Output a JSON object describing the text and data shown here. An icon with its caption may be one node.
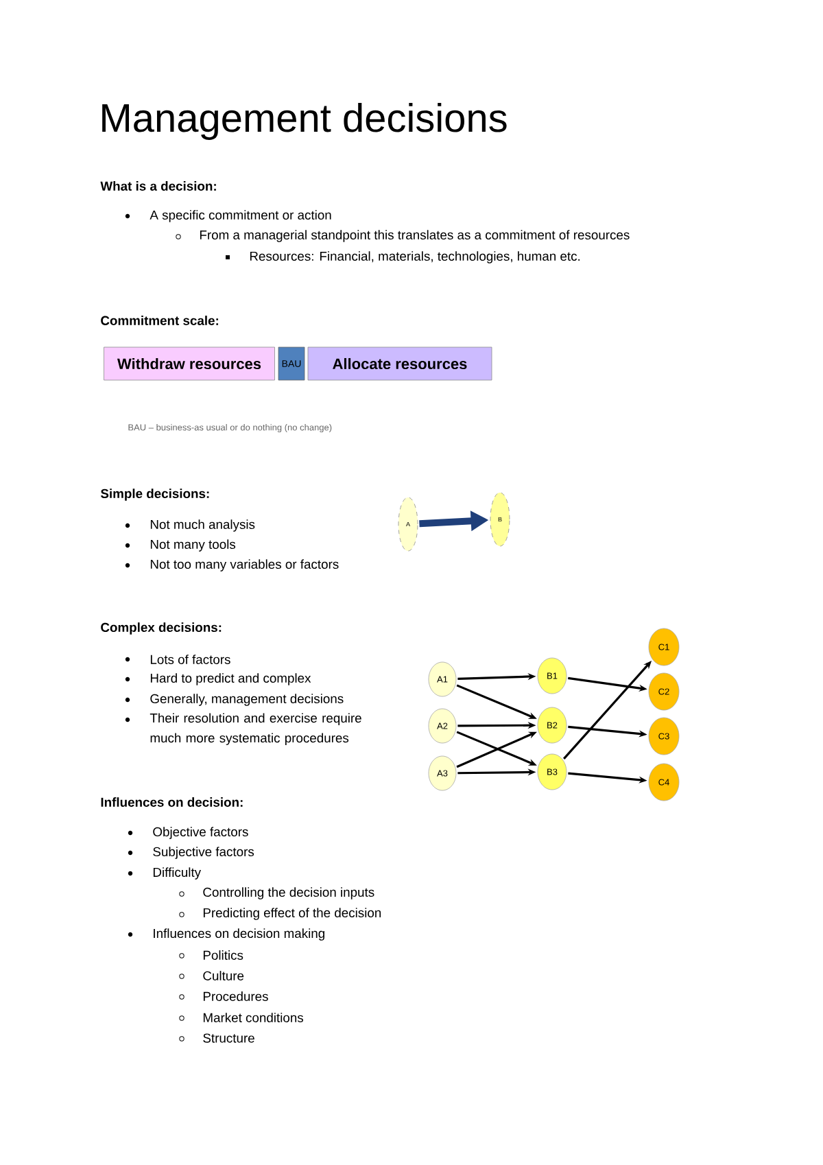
{
  "diagram": {
    "title": "Management decisions",
    "nodes": [
      {
        "text": [
          "Withdraw resources"
        ]
      },
      {
        "text": [
          "BAU"
        ]
      },
      {
        "text": [
          "Allocate resources"
        ]
      },
      {
        "text": [
          "A"
        ]
      },
      {
        "text": [
          "B"
        ]
      },
      {
        "text": [
          "A1"
        ]
      },
      {
        "text": [
          "A2"
        ]
      },
      {
        "text": [
          "A3"
        ]
      },
      {
        "text": [
          "B1"
        ]
      },
      {
        "text": [
          "B2"
        ]
      },
      {
        "text": [
          "B3"
        ]
      },
      {
        "text": [
          "C1"
        ]
      },
      {
        "text": [
          "C2"
        ]
      },
      {
        "text": [
          "C3"
        ]
      },
      {
        "text": [
          "C4"
        ]
      }
    ],
    "edges": [
      {
        "from": 3,
        "to": 4,
        "arrow": "to",
        "style": "thick",
        "color": "#1f3f7a"
      },
      {
        "from": 5,
        "to": 8,
        "arrow": "to"
      },
      {
        "from": 5,
        "to": 9,
        "arrow": "to"
      },
      {
        "from": 6,
        "to": 9,
        "arrow": "to"
      },
      {
        "from": 6,
        "to": 10,
        "arrow": "to"
      },
      {
        "from": 7,
        "to": 9,
        "arrow": "to"
      },
      {
        "from": 7,
        "to": 10,
        "arrow": "to"
      },
      {
        "from": 8,
        "to": 12,
        "arrow": "to"
      },
      {
        "from": 9,
        "to": 13,
        "arrow": "to"
      },
      {
        "from": 10,
        "to": 11,
        "arrow": "to"
      },
      {
        "from": 10,
        "to": 14,
        "arrow": "to"
      }
    ],
    "labels": [
      "What is a decision:",
      "A specific commitment or action",
      "From a managerial standpoint this translates as a commitment of resources",
      "Resources: Financial, materials, technologies, human etc.",
      "Commitment scale:",
      "BAU – business-as usual or do nothing (no change)",
      "Simple decisions:",
      "Not much analysis",
      "Not many tools",
      "Not too many variables or factors",
      "Complex decisions:",
      "Lots of factors",
      "Hard to predict and complex",
      "Generally, management decisions",
      "Their resolution and exercise require much more systematic procedures",
      "Influences on decision:",
      "Objective factors",
      "Subjective factors",
      "Difficulty",
      "Controlling the decision inputs",
      "Predicting effect of the decision",
      "Influences on decision making",
      "Politics",
      "Culture",
      "Procedures",
      "Market conditions",
      "Structure"
    ]
  }
}
